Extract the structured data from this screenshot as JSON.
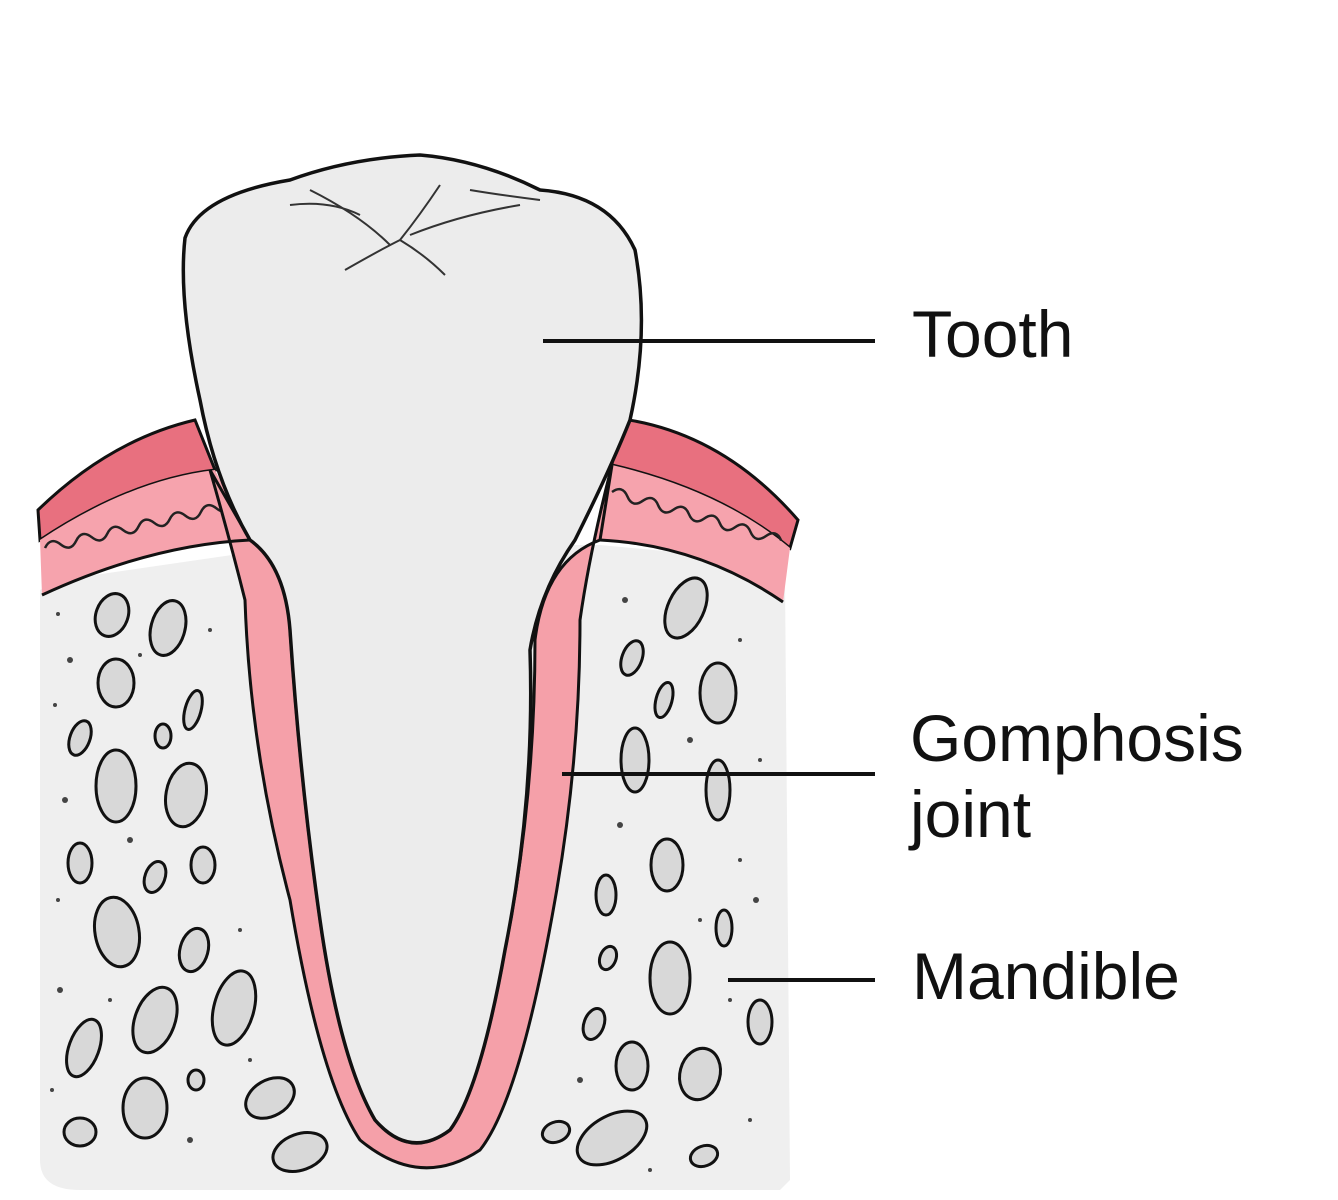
{
  "diagram": {
    "labels": {
      "tooth": "Tooth",
      "gomphosis_line1": "Gomphosis",
      "gomphosis_line2": "joint",
      "mandible": "Mandible"
    },
    "colors": {
      "background": "#ffffff",
      "bone": "#efefef",
      "tooth": "#ececec",
      "gum_dark": "#e8707f",
      "gum_light": "#f6a3ad",
      "ligament": "#f5a0a9",
      "outline": "#111111"
    }
  }
}
